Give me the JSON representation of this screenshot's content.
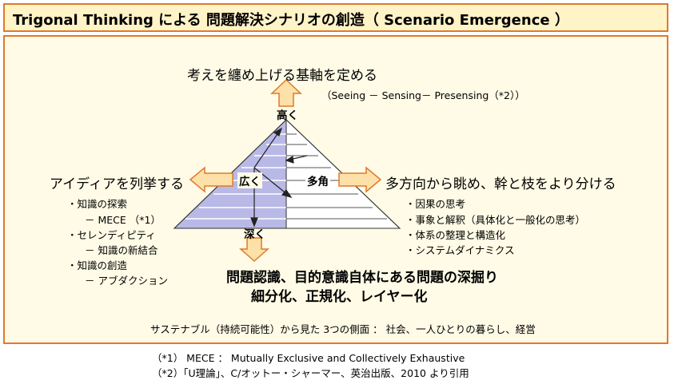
{
  "title": "Trigonal Thinking による 問題解決シナリオの創造（ Scenario Emergence ）",
  "top": {
    "heading": "考えを纏め上げる基軸を定める",
    "sub": "（Seeing － Sensing－ Presensing（*2））"
  },
  "pyramid": {
    "top_label": "高く",
    "left_label": "広く",
    "right_label": "多角",
    "bottom_label": "深く"
  },
  "left": {
    "heading": "アイディアを列挙する",
    "items": [
      "・知識の探索",
      "－ MECE （*1）",
      "・セレンディピティ",
      "－ 知識の新結合",
      "・知識の創造",
      "－ アブダクション"
    ]
  },
  "right": {
    "heading": "多方向から眺め、幹と枝をより分ける",
    "items": [
      "・因果の思考",
      "・事象と解釈（具体化と一般化の思考）",
      "・体系の整理と構造化",
      "・システムダイナミクス"
    ]
  },
  "bottom": {
    "line1": "問題認識、目的意識自体にある問題の深掘り",
    "line2": "細分化、正規化、レイヤー化"
  },
  "sustainability": "サステナブル（持続可能性）から見た 3つの側面 ： 社会、一人ひとりの暮らし、経営",
  "footnotes": [
    "（*1） MECE ： Mutually Exclusive and Collectively Exhaustive",
    "（*2）「U理論」、C/オットー・シャーマー、英治出版、2010 より引用"
  ],
  "colors": {
    "border": "#e0792a",
    "title_bg": "#fff3c8",
    "panel_bg": "#fffbe6",
    "pyramid_left": "#b9b9e8",
    "pyramid_right": "#ffffff",
    "arrow_fill": "#fde1a8",
    "arrow_stroke": "#e0792a"
  }
}
